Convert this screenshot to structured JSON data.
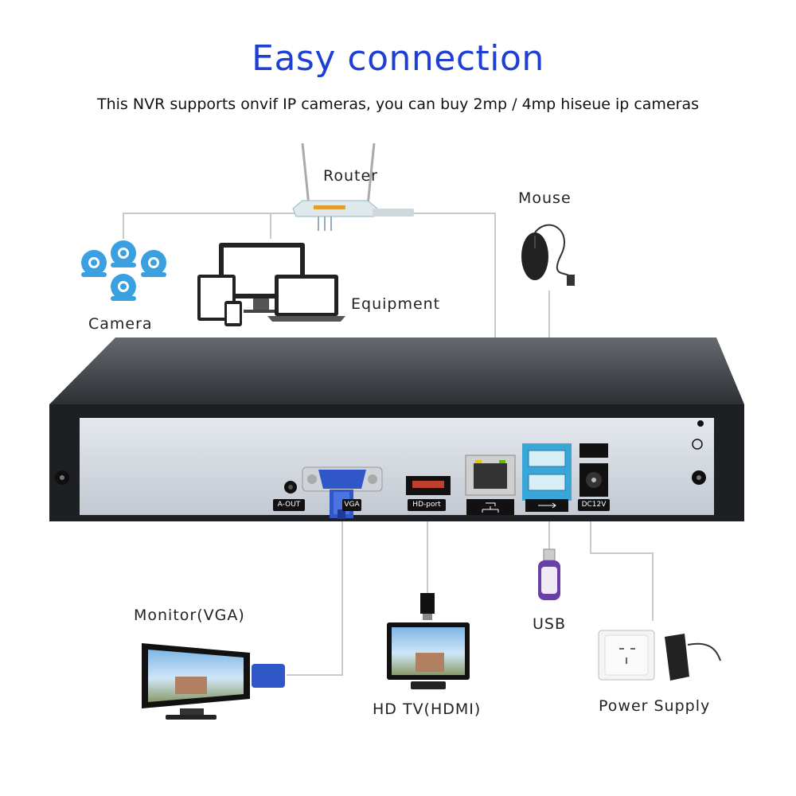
{
  "header": {
    "title": "Easy connection",
    "subtitle": "This NVR supports onvif IP cameras, you can buy 2mp / 4mp hiseue ip cameras"
  },
  "devices": {
    "router": "Router",
    "mouse": "Mouse",
    "camera": "Camera",
    "equipment": "Equipment",
    "monitor_vga": "Monitor(VGA)",
    "hdtv_hdmi": "HD TV(HDMI)",
    "usb": "USB",
    "power_supply": "Power Supply"
  },
  "nvr_ports": {
    "audio_out": "A-OUT",
    "vga": "VGA",
    "hdmi": "HD-port",
    "power": "DC12V"
  },
  "colors": {
    "title": "#1e3fd6",
    "camera_icon": "#3aa0e0",
    "usb_highlight": "#3aa6d8",
    "vga_connector": "#2f57c8"
  }
}
